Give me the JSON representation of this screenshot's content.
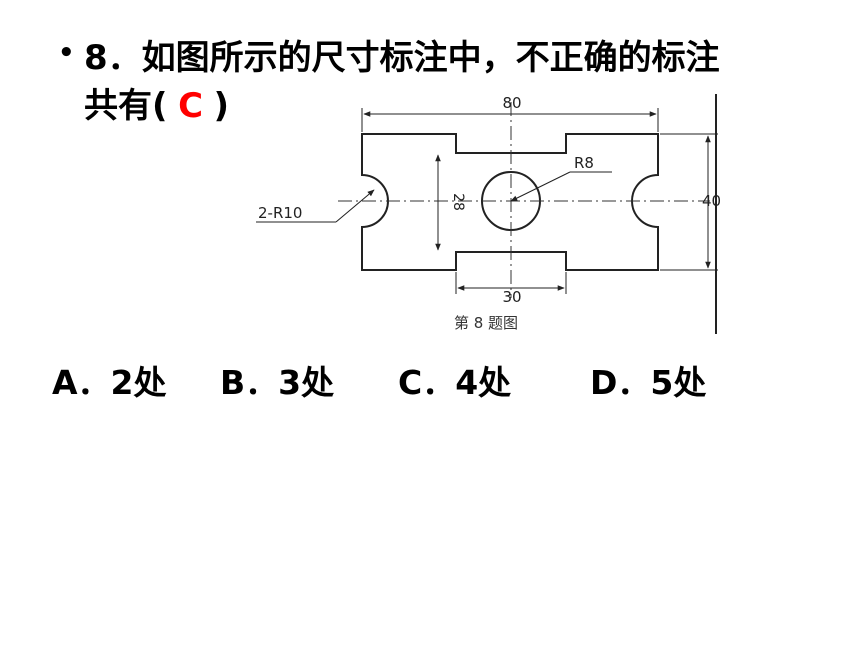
{
  "question": {
    "bullet": "•",
    "line1": "8．如图所示的尺寸标注中，不正确的标注",
    "line2_prefix": "共有",
    "paren_open": "(",
    "answer": "C",
    "paren_close": ")"
  },
  "figure": {
    "dim_top": "80",
    "dim_right": "40",
    "dim_bottom": "30",
    "dim_height_inner": "28",
    "radius_center": "R8",
    "radius_side": "2-R10",
    "caption": "第 8 题图"
  },
  "options": [
    {
      "label": "A．2处"
    },
    {
      "label": "B．3处"
    },
    {
      "label": "C．4处"
    },
    {
      "label": "D．5处"
    }
  ]
}
